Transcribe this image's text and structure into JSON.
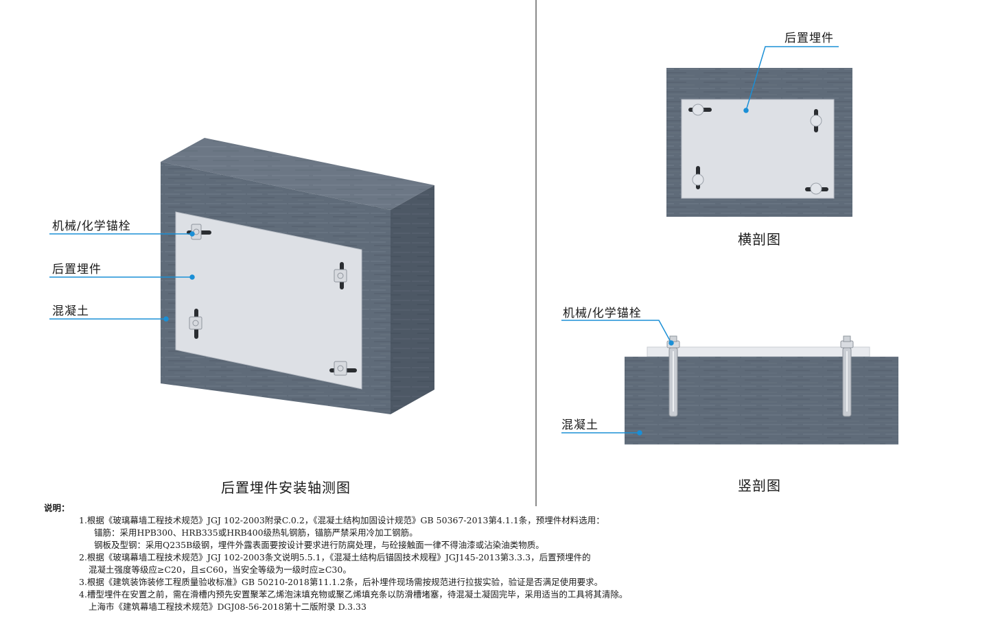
{
  "axonometric": {
    "labels": {
      "anchor": "机械/化学锚栓",
      "embed": "后置埋件",
      "concrete": "混凝土"
    },
    "caption": "后置埋件安装轴测图"
  },
  "horizontal_section": {
    "label": "后置埋件",
    "caption": "横剖图"
  },
  "vertical_section": {
    "labels": {
      "anchor": "机械/化学锚栓",
      "concrete": "混凝土"
    },
    "caption": "竖剖图"
  },
  "notes": {
    "title": "说明：",
    "lines": [
      "1.根据《玻璃幕墙工程技术规范》JGJ 102-2003附录C.0.2，《混凝土结构加固设计规范》GB 50367-2013第4.1.1条，预埋件材料选用：",
      "锚筋：采用HPB300、HRB335或HRB400级热轧钢筋，锚筋严禁采用冷加工钢筋。",
      "钢板及型钢：采用Q235B级钢，埋件外露表面要按设计要求进行防腐处理，与砼接触面一律不得油漆或沾染油类物质。",
      "2.根据《玻璃幕墙工程技术规范》JGJ 102-2003条文说明5.5.1，《混凝土结构后锚固技术规程》JGJ145-2013第3.3.3，后置预埋件的",
      "混凝土强度等级应≥C20，且≤C60，当安全等级为一级时应≥C30。",
      "3.根据《建筑装饰装修工程质量验收标准》GB 50210-2018第11.1.2条，后补埋件现场需按规范进行拉拔实验，验证是否满足使用要求。",
      "4.槽型埋件在安置之前，需在滑槽内预先安置聚苯乙烯泡沫填充物或聚乙烯填充条以防滑槽堵塞，待混凝土凝固完毕，采用适当的工具将其清除。",
      "上海市《建筑幕墙工程技术规范》DGJ08-56-2018第十二版附录 D.3.33"
    ]
  },
  "colors": {
    "leader": "#1a8fd6",
    "concrete": "#5e6a78",
    "plate": "#dde0e5",
    "divider": "#8a8a8a"
  }
}
